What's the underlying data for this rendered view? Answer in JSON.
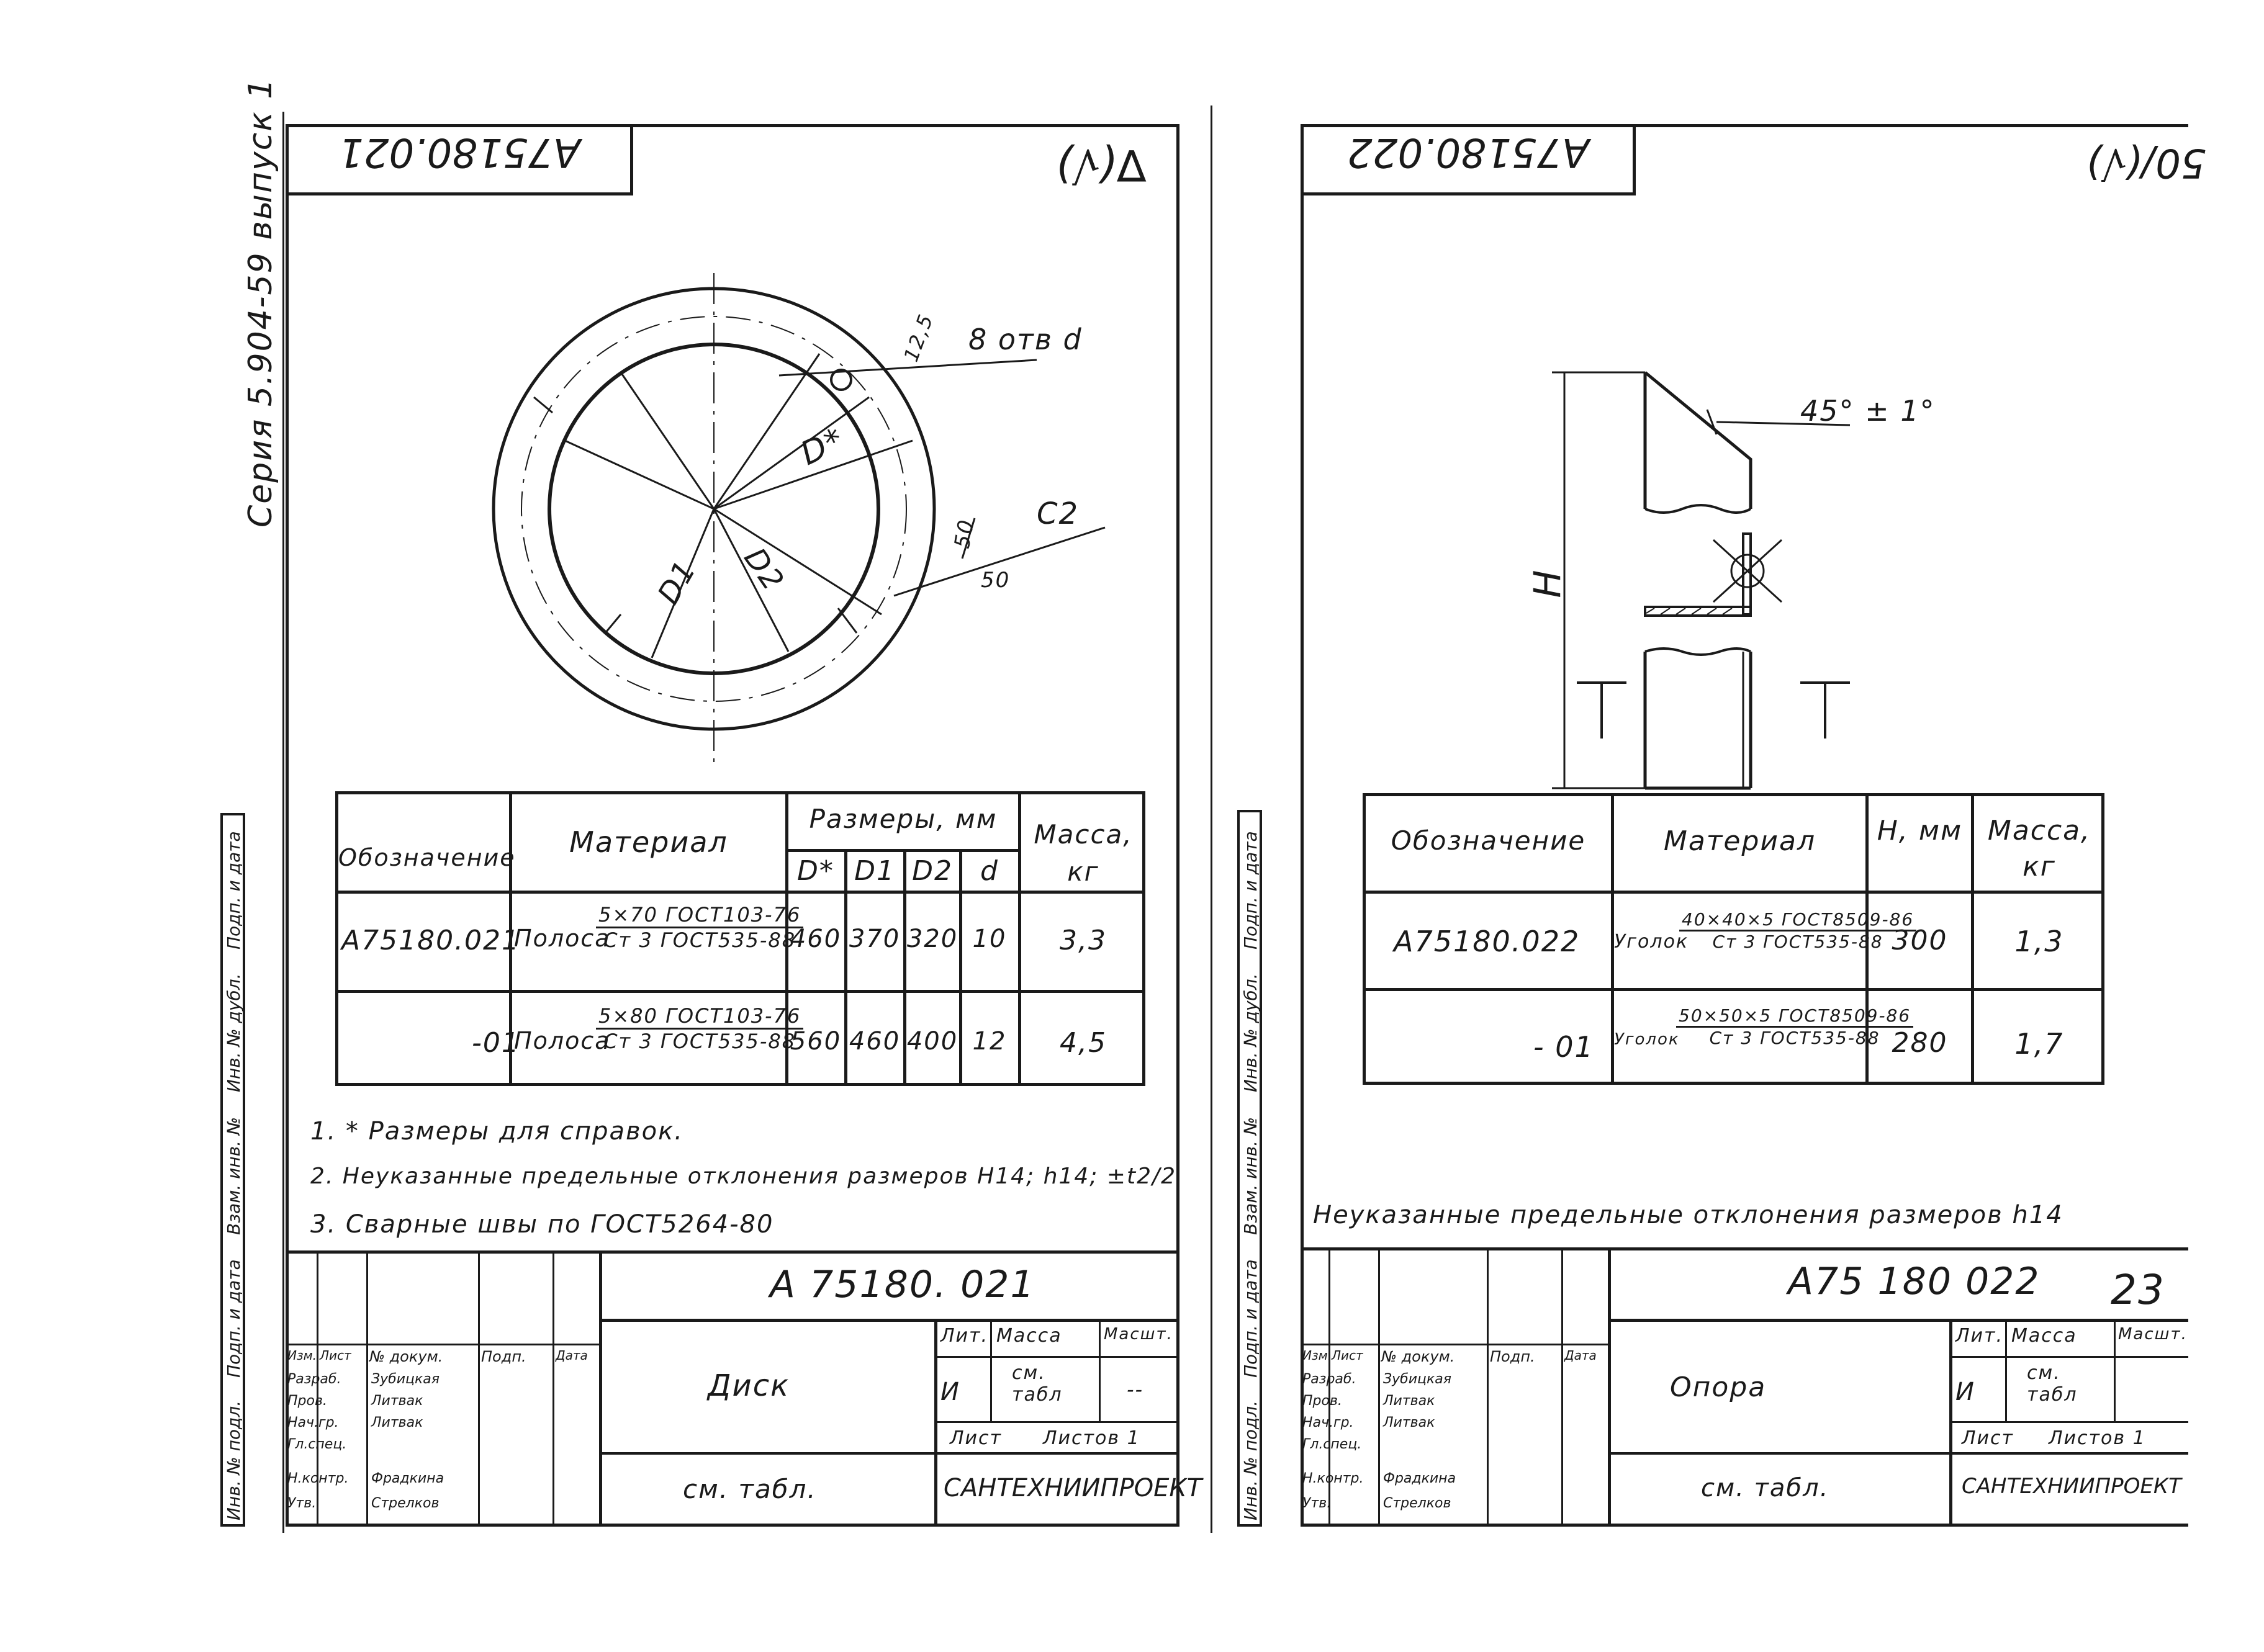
{
  "series_note": "Серия 5.904-59 выпуск 1",
  "page_number": "23",
  "left": {
    "code_box": "А75180.021",
    "roughness": "∇(√)",
    "dim_labels": {
      "holes": "8 отв d",
      "r": "12,5",
      "d_star": "D*",
      "d1": "D1",
      "d2": "D2",
      "chamfer": "C2",
      "c50a": "50",
      "c50b": "50"
    },
    "table": {
      "headers": {
        "designation": "Обозначение",
        "material": "Материал",
        "sizes": "Размеры, мм",
        "mass": "Масса, кг",
        "d_star": "D*",
        "d1": "D1",
        "d2": "D2",
        "d": "d"
      },
      "rows": [
        {
          "designation": "А75180.021",
          "material_prefix": "Полоса",
          "material_num": "5×70 ГОСТ103-76",
          "material_den": "Ст 3 ГОСТ535-88",
          "d_star": "460",
          "d1": "370",
          "d2": "320",
          "d": "10",
          "mass": "3,3"
        },
        {
          "designation": "-01",
          "material_prefix": "Полоса",
          "material_num": "5×80 ГОСТ103-76",
          "material_den": "Ст 3 ГОСТ535-88",
          "d_star": "560",
          "d1": "460",
          "d2": "400",
          "d": "12",
          "mass": "4,5"
        }
      ]
    },
    "notes": [
      "1. * Размеры для справок.",
      "2. Неуказанные предельные отклонения размеров Н14; h14; ±t2/2",
      "3. Сварные швы по ГОСТ5264-80"
    ],
    "title_block": {
      "code": "А 75180. 021",
      "name": "Диск",
      "material": "см. табл.",
      "lit_label": "Лит.",
      "mass_label": "Масса",
      "scale_label": "Масшт.",
      "lit_value": "И",
      "mass_value": "см. табл",
      "scale_value": "--",
      "sheet_label": "Лист",
      "sheets_label": "Листов 1",
      "org": "САНТЕХНИИПРОЕКТ",
      "cols": [
        "Изм.",
        "Лист",
        "№ докум.",
        "Подп.",
        "Дата"
      ],
      "roles": [
        "Разраб.",
        "Пров.",
        "Нач.гр.",
        "Гл.спец.",
        "Н.контр.",
        "Утв."
      ],
      "names": [
        "Зубицкая",
        "Литвак",
        "Литвак",
        "",
        "Фрадкина",
        "Стрелков"
      ]
    }
  },
  "right": {
    "code_box": "А75180.022",
    "roughness": "50/(√)",
    "dim_labels": {
      "angle": "45° ± 1°",
      "h": "Н"
    },
    "table": {
      "headers": {
        "designation": "Обозначение",
        "material": "Материал",
        "h": "Н, мм",
        "mass": "Масса, кг"
      },
      "rows": [
        {
          "designation": "А75180.022",
          "material_prefix": "Уголок",
          "material_num": "40×40×5 ГОСТ8509-86",
          "material_den": "Ст 3 ГОСТ535-88",
          "h": "300",
          "mass": "1,3"
        },
        {
          "designation": "- 01",
          "material_prefix": "Уголок",
          "material_num": "50×50×5 ГОСТ8509-86",
          "material_den": "Ст 3 ГОСТ535-88",
          "h": "280",
          "mass": "1,7"
        }
      ]
    },
    "note": "Неуказанные предельные отклонения размеров h14",
    "title_block": {
      "code": "А75 180 022",
      "name": "Опора",
      "material": "см. табл.",
      "lit_label": "Лит.",
      "mass_label": "Масса",
      "scale_label": "Масшт.",
      "lit_value": "И",
      "mass_value": "см. табл",
      "sheet_label": "Лист",
      "sheets_label": "Листов 1",
      "org": "САНТЕХНИИПРОЕКТ",
      "cols": [
        "Изм.",
        "Лист",
        "№ докум.",
        "Подп.",
        "Дата"
      ],
      "roles": [
        "Разраб.",
        "Пров.",
        "Нач.гр.",
        "Гл.спец.",
        "Н.контр.",
        "Утв."
      ],
      "names": [
        "Зубицкая",
        "Литвак",
        "Литвак",
        "",
        "Фрадкина",
        "Стрелков"
      ]
    }
  },
  "side_stamps": {
    "labels": [
      "Инв. № подл.",
      "Подп. и дата",
      "Взам. инв. №",
      "Инв. № дубл.",
      "Подп. и дата"
    ]
  }
}
